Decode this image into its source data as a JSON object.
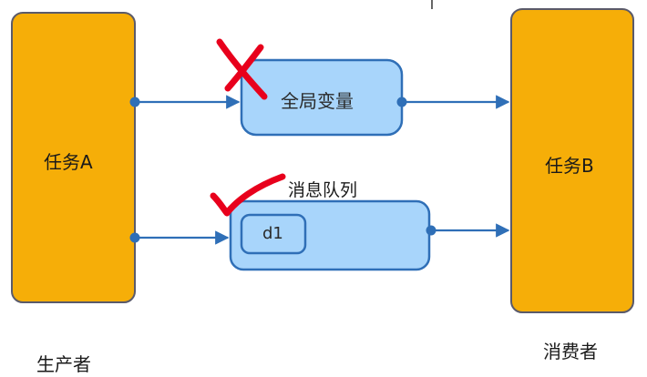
{
  "producer": {
    "task_label": "任务A",
    "role_label": "生产者"
  },
  "consumer": {
    "task_label": "任务B",
    "role_label": "消费者"
  },
  "global_variable": {
    "label": "全局变量",
    "mark": "cross-mark"
  },
  "message_queue": {
    "title": "消息队列",
    "item_label": "d1",
    "mark": "check-mark"
  },
  "colors": {
    "task_fill": "#F6AE08",
    "task_stroke": "#5A5A6A",
    "box_fill": "#A8D5FB",
    "box_stroke": "#2F6FB7",
    "arrow": "#2F6FB7",
    "mark": "#E8001C"
  }
}
